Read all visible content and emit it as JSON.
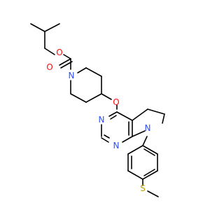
{
  "molecule": {
    "colors": {
      "carbon_bond": "#000000",
      "oxygen": "#ff0d0d",
      "nitrogen": "#3050f8",
      "sulfur": "#b5a000"
    },
    "atoms": {
      "o_carbonyl": {
        "symbol": "O",
        "element": "oxygen"
      },
      "o_ester": {
        "symbol": "O",
        "element": "oxygen"
      },
      "n_piperidine": {
        "symbol": "N",
        "element": "nitrogen"
      },
      "o_ether": {
        "symbol": "O",
        "element": "oxygen"
      },
      "n_pyrimidine_3": {
        "symbol": "N",
        "element": "nitrogen"
      },
      "n_pyrimidine_1": {
        "symbol": "N",
        "element": "nitrogen"
      },
      "n_pyrrolidine": {
        "symbol": "N",
        "element": "nitrogen"
      },
      "s_thioether": {
        "symbol": "S",
        "element": "sulfur"
      }
    }
  }
}
